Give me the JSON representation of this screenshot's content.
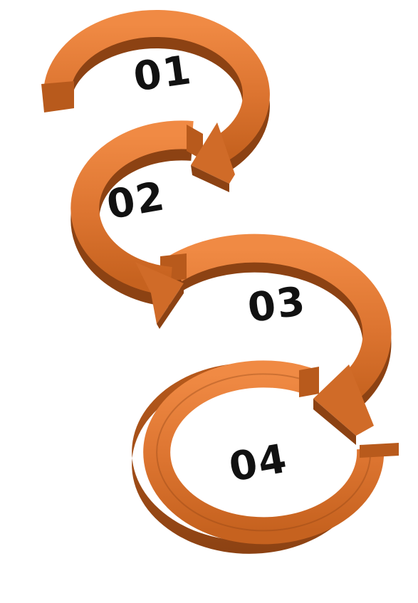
{
  "colors": {
    "ring_top": "#e07a34",
    "ring_mid": "#cf6a26",
    "ring_side": "#a9511a",
    "ring_shadow": "#7c3a12",
    "number": "#111111",
    "background": "#ffffff"
  },
  "steps": [
    {
      "label": "01"
    },
    {
      "label": "02"
    },
    {
      "label": "03"
    },
    {
      "label": "04"
    }
  ]
}
